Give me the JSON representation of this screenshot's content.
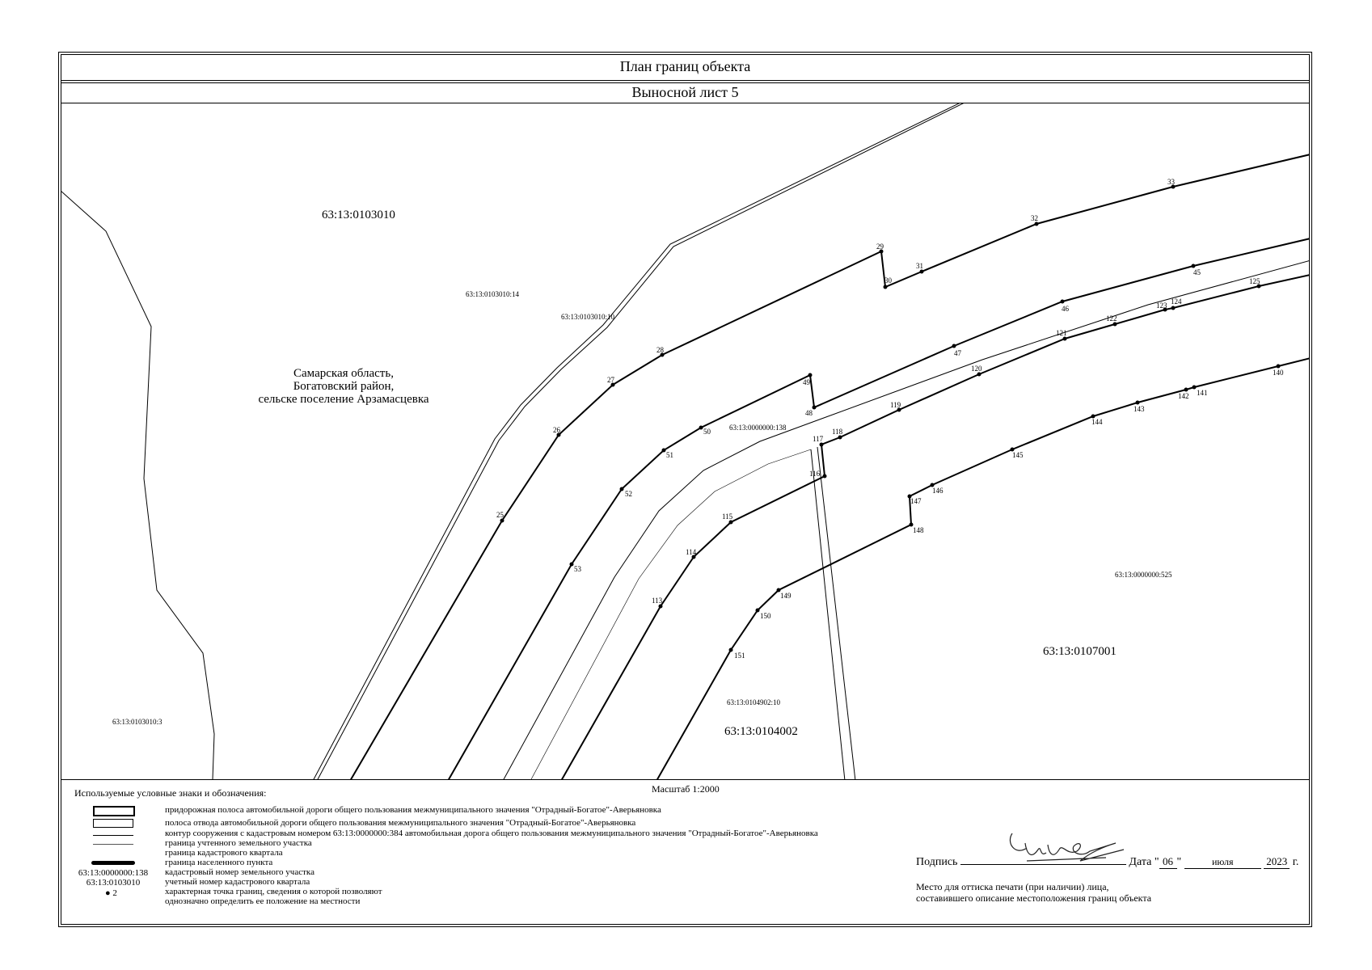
{
  "header": {
    "title": "План границ объекта",
    "subtitle": "Выносной лист 5"
  },
  "quarters": {
    "q1": "63:13:0103010",
    "q2": "63:13:0107001",
    "q3": "63:13:0104002"
  },
  "parcels": {
    "p1": "63:13:0103010:14",
    "p2": "63:13:0103010:10",
    "p3": "63:13:0000000:138",
    "p4": "63:13:0000000:525",
    "p5": "63:13:0104902:10",
    "p6": "63:13:0103010:3"
  },
  "settlement": {
    "line1": "Самарская область,",
    "line2": "Богатовский район,",
    "line3": "сельске поселение Арзамасцевка"
  },
  "points": [
    "25",
    "26",
    "27",
    "28",
    "29",
    "30",
    "31",
    "32",
    "33",
    "45",
    "46",
    "47",
    "48",
    "49",
    "50",
    "51",
    "52",
    "53",
    "113",
    "114",
    "115",
    "116",
    "117",
    "118",
    "119",
    "120",
    "121",
    "122",
    "123",
    "124",
    "125",
    "140",
    "141",
    "142",
    "143",
    "144",
    "145",
    "146",
    "147",
    "148",
    "149",
    "150",
    "151"
  ],
  "scale": "Масштаб 1:2000",
  "legend": {
    "title": "Используемые условные знаки и обозначения:",
    "items": [
      "придорожная полоса автомобильной дороги общего пользования межмуниципального значения \"Отрадный-Богатое\"-Аверьяновка",
      "полоса отвода автомобильной дороги общего пользования межмуниципального значения \"Отрадный-Богатое\"-Аверьяновка",
      "контур сооружения с кадастровым номером 63:13:0000000:384 автомобильная дорога общего пользования межмуниципального значения \"Отрадный-Богатое\"-Аверьяновка",
      "граница учтенного земельного участка",
      "граница кадастрового квартала",
      "граница населенного пункта",
      "кадастровый номер земельного участка",
      "учетный номер кадастрового квартала",
      "характерная точка границ, сведения о которой позволяют",
      "однозначно определить ее положение на местности"
    ],
    "sym_parcel": "63:13:0000000:138",
    "sym_quarter": "63:13:0103010",
    "sym_point": "2"
  },
  "signature": {
    "label": "Подпись",
    "date_label": "Дата",
    "day": "06",
    "month": "июля",
    "year": "2023",
    "year_suffix": "г.",
    "note1": "Место для оттиска печати (при наличии) лица,",
    "note2": "составившего описание местоположения границ объекта"
  }
}
